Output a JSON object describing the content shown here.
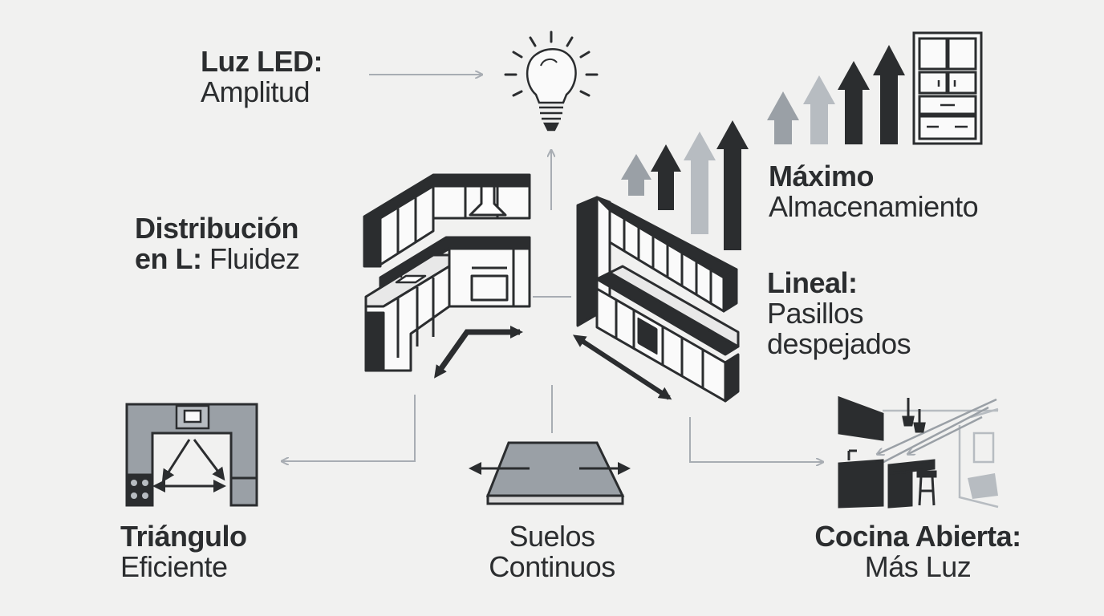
{
  "labels": {
    "led": {
      "bold": "Luz LED:",
      "normal": "Amplitud"
    },
    "distribucion": {
      "bold1": "Distribución",
      "bold2": "en L:",
      "normal": " Fluidez"
    },
    "maximo": {
      "bold": "Máximo",
      "normal": "Almacenamiento"
    },
    "lineal": {
      "bold": "Lineal:",
      "normal1": "Pasillos",
      "normal2": "despejados"
    },
    "triangulo": {
      "bold": "Triángulo",
      "normal": "Eficiente"
    },
    "suelos": {
      "line1": "Suelos",
      "line2": "Continuos"
    },
    "abierta": {
      "bold": "Cocina Abierta:",
      "normal": "Más Luz"
    }
  },
  "colors": {
    "background": "#f1f1f0",
    "dark": "#2b2d2f",
    "mid_gray": "#9aa0a6",
    "light_gray": "#b7bcc1",
    "connector": "#a8adb3"
  },
  "icons": [
    "led-bulb-icon",
    "l-shaped-kitchen-icon",
    "linear-kitchen-icon",
    "storage-cabinet-icon",
    "rising-arrows-icon",
    "work-triangle-icon",
    "continuous-floor-icon",
    "open-kitchen-icon"
  ]
}
